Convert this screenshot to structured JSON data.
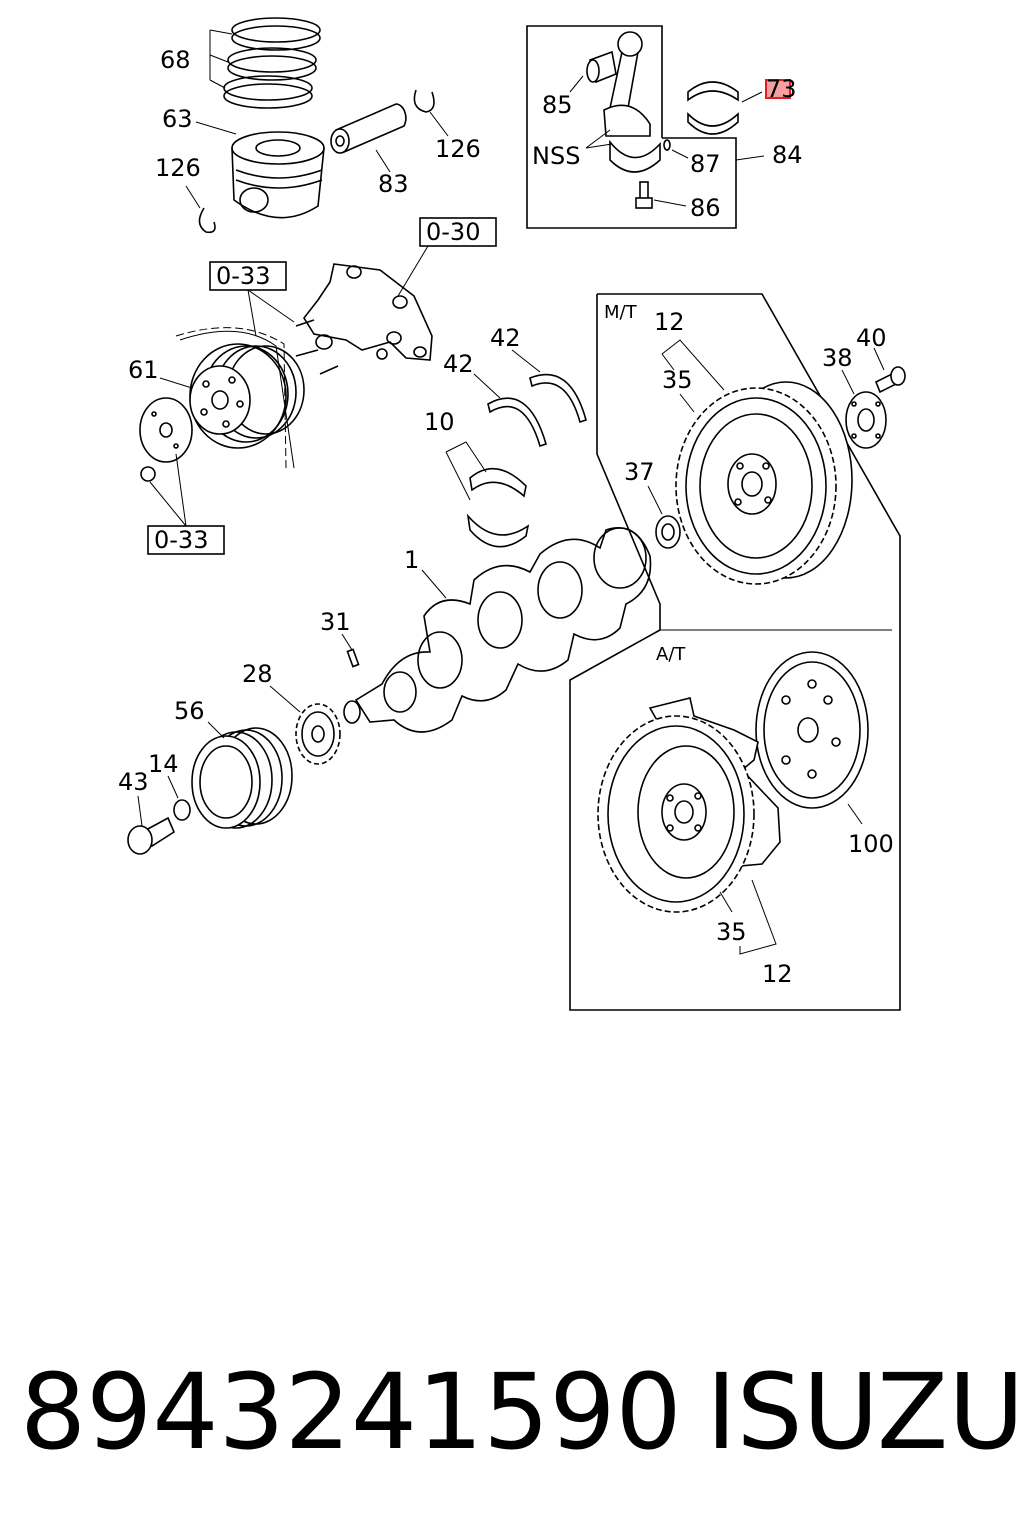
{
  "callouts": {
    "c68": "68",
    "c63": "63",
    "c126a": "126",
    "c126b": "126",
    "c83": "83",
    "c85": "85",
    "cNSS": "NSS",
    "c87": "87",
    "c84": "84",
    "c86": "86",
    "c73": "73",
    "c030": "0-30",
    "c033a": "0-33",
    "c033b": "0-33",
    "c61": "61",
    "c42a": "42",
    "c42b": "42",
    "c10": "10",
    "c1": "1",
    "c31": "31",
    "c28": "28",
    "c56": "56",
    "c14": "14",
    "c43": "43",
    "cMT": "M/T",
    "c12a": "12",
    "c35a": "35",
    "c37": "37",
    "c38": "38",
    "c40": "40",
    "cAT": "A/T",
    "c100": "100",
    "c35b": "35",
    "c12b": "12"
  },
  "footer": {
    "part_number": "8943241590",
    "brand": "ISUZU"
  },
  "highlight": {
    "color": "#e02020",
    "target": "73"
  }
}
